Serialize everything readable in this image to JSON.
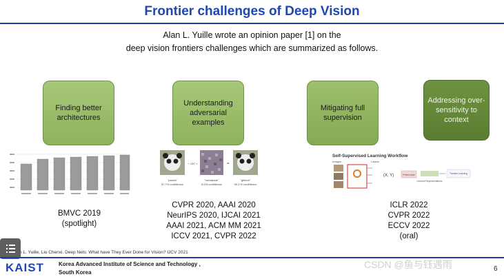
{
  "slide": {
    "title": "Frontier challenges of Deep Vision",
    "intro_line1": "Alan L. Yuille wrote an opinion paper [1] on the",
    "intro_line2": "deep vision frontiers challenges which are summarized as follows.",
    "page_number": "6"
  },
  "challenges": [
    {
      "label": "Finding better architectures",
      "venues": [
        "BMVC 2019",
        "(spotlight)"
      ]
    },
    {
      "label": "Understanding adversarial examples",
      "venues": [
        "CVPR 2020, AAAI 2020",
        "NeurIPS 2020, IJCAI 2021",
        "AAAI 2021, ACM MM 2021",
        "ICCV 2021, CVPR 2022"
      ]
    },
    {
      "label": "Mitigating full supervision",
      "venues": [
        "ICLR 2022",
        "CVPR 2022",
        "ECCV 2022",
        "(oral)"
      ]
    },
    {
      "label": "Addressing over-sensitivity to context",
      "venues": []
    }
  ],
  "figure_adversarial": {
    "panda_label": "\"panda\"",
    "panda_conf": "57.7% confidence",
    "noise_label": "\"nematode\"",
    "noise_conf": "8.2% confidence",
    "gibbon_label": "\"gibbon\"",
    "gibbon_conf": "99.3 % confidence",
    "plus": "+ .007 ×",
    "equals": "="
  },
  "figure_ssl": {
    "title": "Self-Supervised Learning Workflow",
    "images_label": "Images",
    "labels_label": "Labels",
    "tuple": "(X, Y)",
    "pretext": "Pretext task",
    "learned": "Learned Representations",
    "transfer": "Transfer Learning"
  },
  "footnote": "[1] Alan L. Yuille, Liu Chenxi. Deep Nets: What have They Ever Done for Vision? IJCV 2021",
  "footer": {
    "logo": "KAIST",
    "institute_line1": "Korea Advanced Institute of Science and Technology ,",
    "institute_line2": "South Korea",
    "watermark": "CSDN @鱼与钰遇雨"
  },
  "colors": {
    "title_blue": "#1f47b3",
    "box_green": "#9ec06c",
    "box_dark_green": "#5f8236"
  }
}
